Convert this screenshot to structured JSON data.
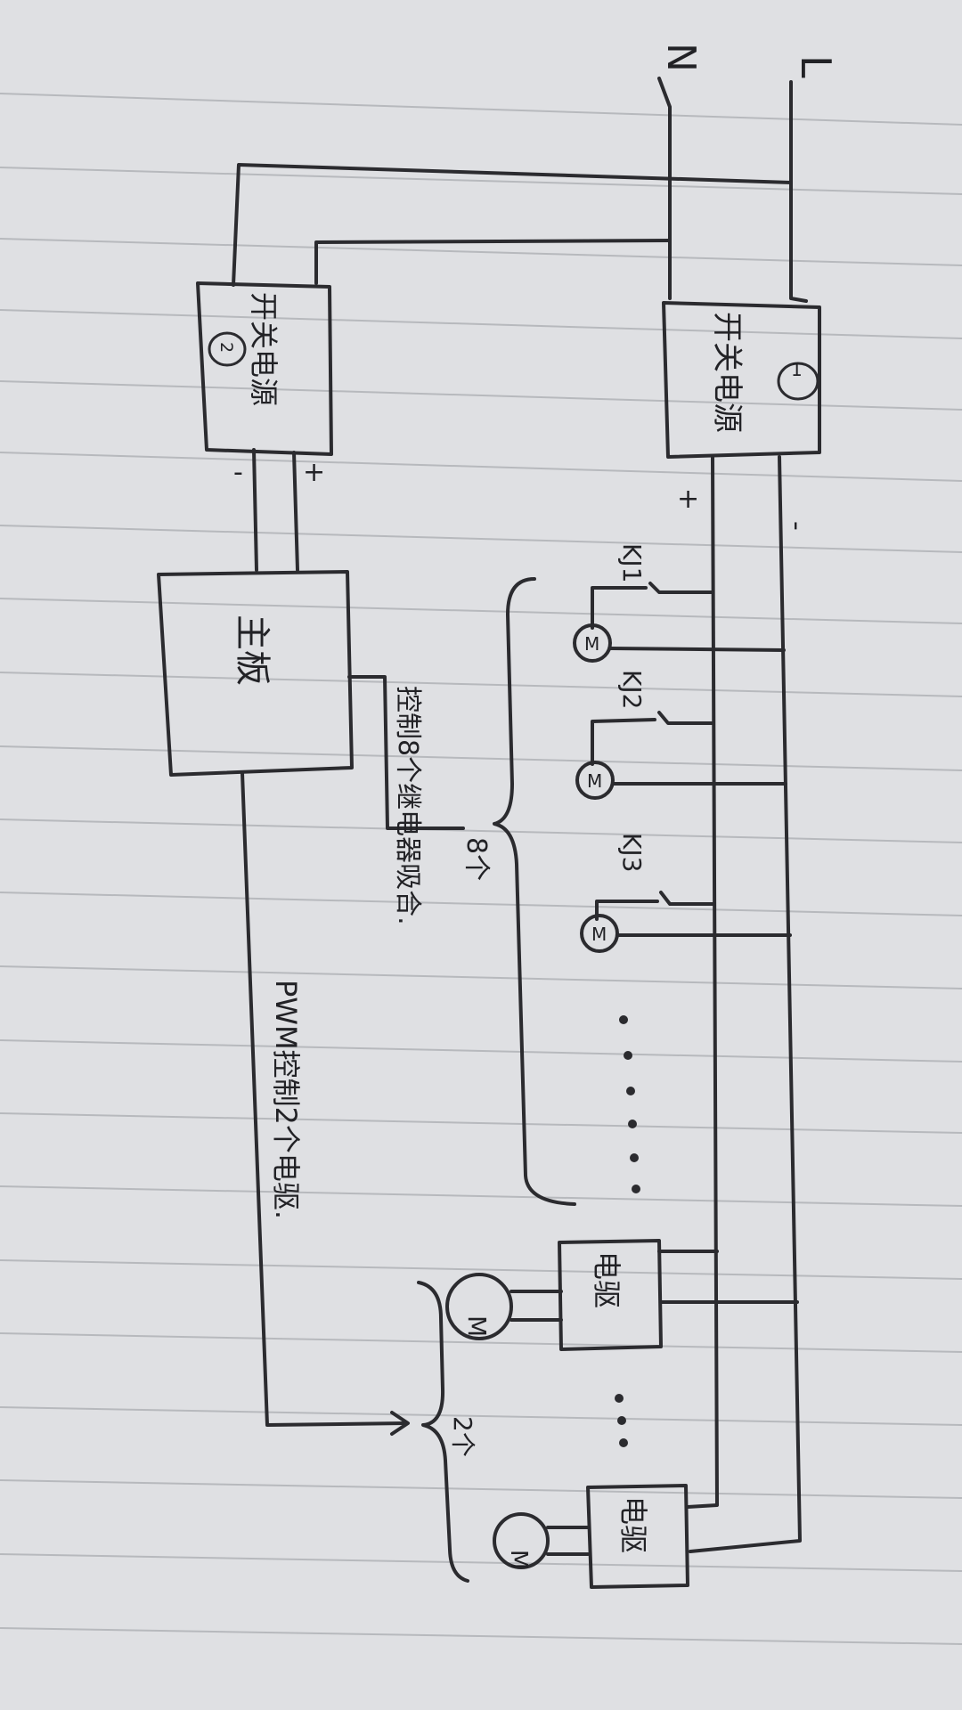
{
  "diagram": {
    "orientation": "rotated 90° clockwise (read with page turned)",
    "mains_labels": {
      "live": "L",
      "neutral": "N"
    },
    "psu1": {
      "label": "开关电源",
      "number": "1"
    },
    "psu2": {
      "label": "开关电源",
      "number": "2"
    },
    "mainboard": {
      "label": "主板"
    },
    "polarity": {
      "plus": "+",
      "minus": "-"
    },
    "relay_labels": [
      "KJ1",
      "KJ2",
      "KJ3"
    ],
    "motor_symbol": "M",
    "relay_note": "控制8个继电器吸合.",
    "relay_count": "8个",
    "driver_label": "电驱",
    "driver_count": "2个",
    "pwm_note": "PWM控制2个电驱.",
    "ellipsis": "……"
  }
}
